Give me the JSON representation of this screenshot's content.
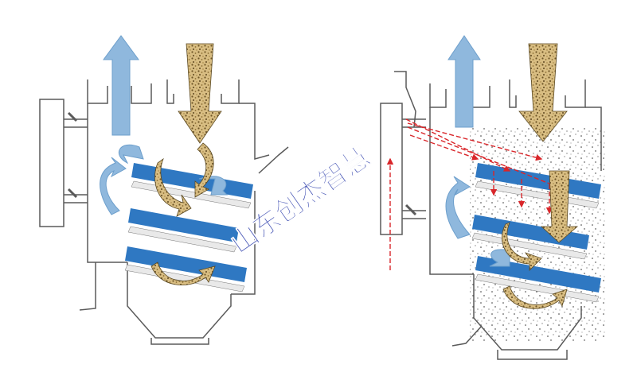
{
  "watermark": {
    "text": "山东创杰智慧",
    "color": "#3f4fb3"
  },
  "colors": {
    "outline": "#5a5a5a",
    "air_blue": "#8fb8dd",
    "air_blue_dark": "#6d9fcc",
    "grid_blue": "#2f78c2",
    "sand": "#c9a86a",
    "sand_dark": "#7a6232",
    "laser_red": "#d9262a",
    "frame_fill": "#ffffff"
  },
  "panels": [
    {
      "name": "left-panel",
      "elements": [
        "hopper-body",
        "side-pipe",
        "blue-grid-bars",
        "air-flow-arrows",
        "particle-flow-arrows"
      ]
    },
    {
      "name": "right-panel",
      "elements": [
        "hopper-body",
        "side-pipe",
        "laser-beams",
        "blue-grid-bars",
        "air-flow-arrows",
        "particle-flow-arrows",
        "particle-dust"
      ]
    }
  ]
}
